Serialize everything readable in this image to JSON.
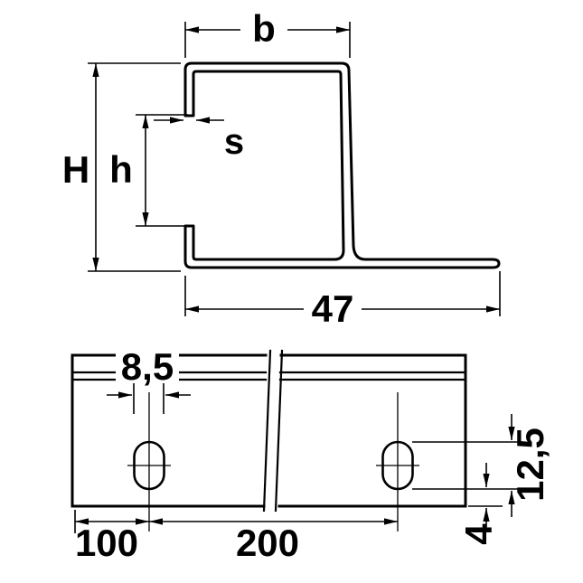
{
  "profile_view": {
    "label_b": "b",
    "label_s": "s",
    "label_H": "H",
    "label_h": "h",
    "label_width": "47"
  },
  "rail_view": {
    "label_slot_width": "8,5",
    "label_offset_first": "100",
    "label_pitch": "200",
    "label_slot_length": "12,5",
    "label_bottom_edge": "4"
  },
  "colors": {
    "line": "#000000",
    "background": "#ffffff"
  }
}
